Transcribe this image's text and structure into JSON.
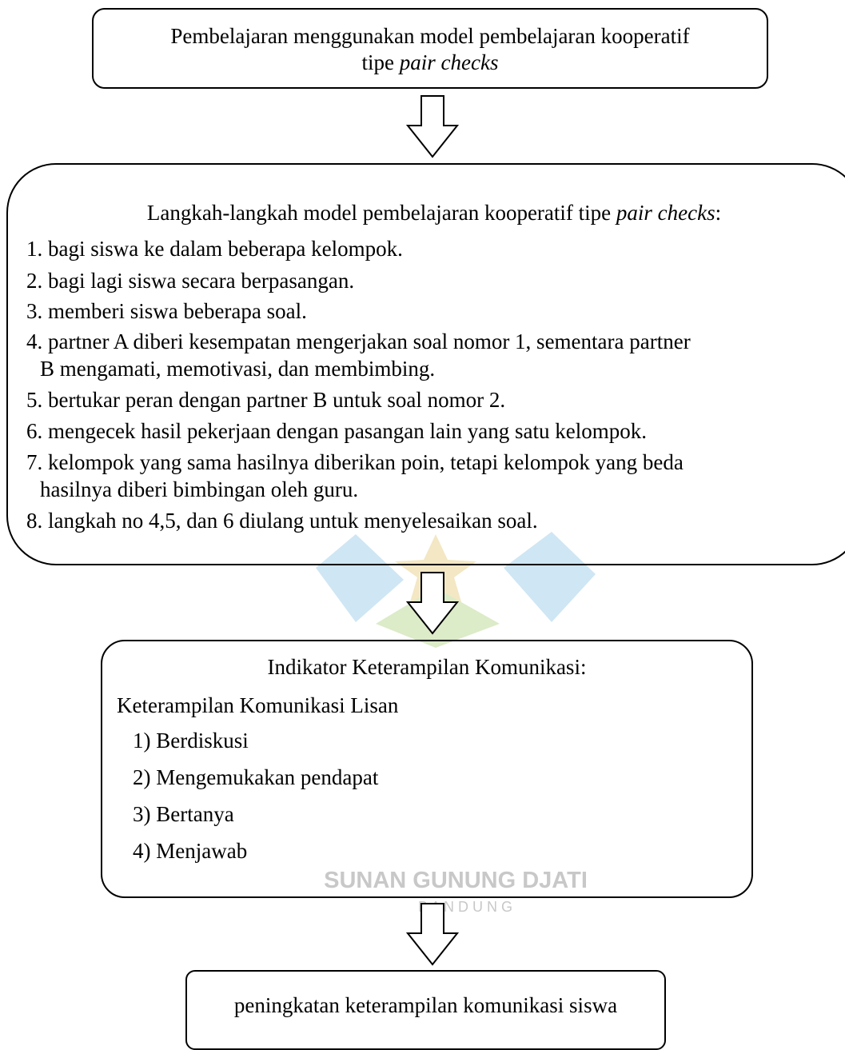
{
  "colors": {
    "stroke": "#000000",
    "text": "#000000",
    "watermark_blue": "#cfe6f4",
    "watermark_green": "#dcebc8",
    "watermark_text": "#c8c8c8"
  },
  "box1": {
    "line1": "Pembelajaran menggunakan model pembelajaran kooperatif",
    "line2_prefix": "tipe ",
    "line2_italic": "pair checks"
  },
  "box2": {
    "title_prefix": "Langkah-langkah model pembelajaran kooperatif tipe ",
    "title_italic": "pair checks",
    "title_suffix": ":",
    "steps": [
      "1. bagi siswa ke dalam beberapa kelompok.",
      "2. bagi lagi siswa secara berpasangan.",
      "3. memberi siswa beberapa soal.",
      "4. partner A diberi kesempatan mengerjakan soal nomor 1, sementara partner",
      "B mengamati, memotivasi, dan membimbing.",
      "5. bertukar peran dengan partner B untuk soal nomor 2.",
      "6. mengecek hasil pekerjaan dengan pasangan lain yang satu kelompok.",
      "7. kelompok yang sama hasilnya diberikan poin, tetapi kelompok yang beda",
      "hasilnya diberi bimbingan oleh guru.",
      "8. langkah no 4,5, dan 6 diulang untuk menyelesaikan soal."
    ]
  },
  "box3": {
    "title": "Indikator Keterampilan Komunikasi:",
    "subtitle": "Keterampilan Komunikasi Lisan",
    "items": [
      "1) Berdiskusi",
      "2) Mengemukakan pendapat",
      "3) Bertanya",
      "4) Menjawab"
    ]
  },
  "box4": {
    "text": "peningkatan keterampilan komunikasi siswa"
  },
  "watermark": {
    "line1": "SUNAN GUNUNG DJATI",
    "line2": "B A N D U N G"
  }
}
